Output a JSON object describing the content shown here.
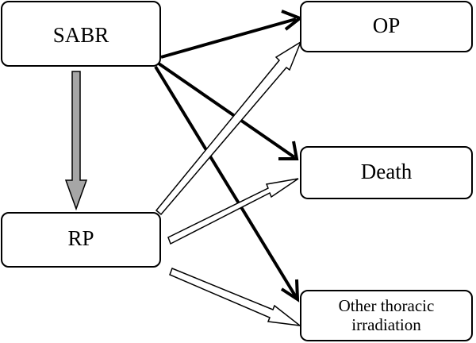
{
  "diagram": {
    "nodes": {
      "sabr": {
        "label": "SABR"
      },
      "rp": {
        "label": "RP"
      },
      "op": {
        "label": "OP"
      },
      "death": {
        "label": "Death"
      },
      "other": {
        "line1": "Other thoracic",
        "line2": "irradiation"
      }
    },
    "edges": [
      {
        "from": "sabr",
        "to": "op",
        "style": "solid-black"
      },
      {
        "from": "sabr",
        "to": "death",
        "style": "solid-black"
      },
      {
        "from": "sabr",
        "to": "other",
        "style": "solid-black"
      },
      {
        "from": "sabr",
        "to": "rp",
        "style": "gray-block"
      },
      {
        "from": "rp",
        "to": "op",
        "style": "hollow-block"
      },
      {
        "from": "rp",
        "to": "death",
        "style": "hollow-block"
      },
      {
        "from": "rp",
        "to": "other",
        "style": "hollow-block"
      }
    ],
    "colors": {
      "line": "#000000",
      "gray_arrow": "#a6a6a6",
      "box_fill": "#ffffff"
    }
  }
}
